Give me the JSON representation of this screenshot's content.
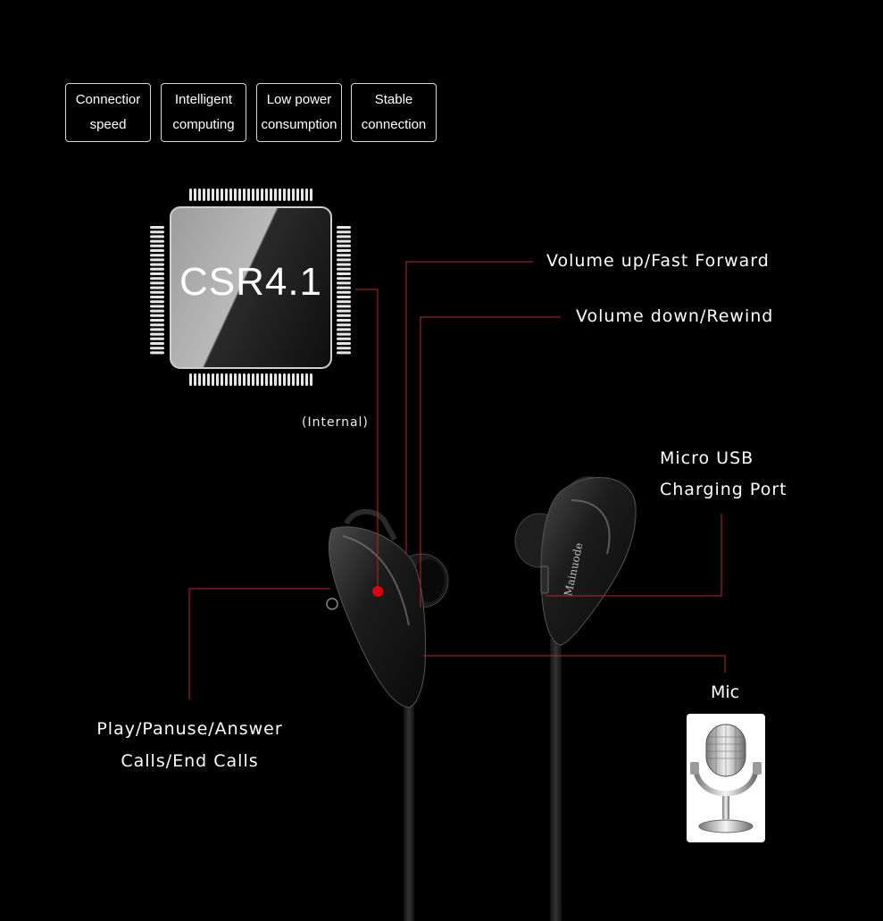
{
  "features": [
    {
      "line1": "Connectior",
      "line2": "speed"
    },
    {
      "line1": "Intelligent",
      "line2": "computing"
    },
    {
      "line1": "Low power",
      "line2": "consumption"
    },
    {
      "line1": "Stable",
      "line2": "connection"
    }
  ],
  "chip": {
    "label": "CSR4.1",
    "note": "(Internal)"
  },
  "callouts": {
    "volume_up": "Volume up/Fast Forward",
    "volume_down": "Volume down/Rewind",
    "usb_line1": "Micro USB",
    "usb_line2": "Charging Port",
    "play_line1": "Play/Panuse/Answer",
    "play_line2": "Calls/End Calls",
    "mic": "Mic"
  },
  "brand": "Mainuode",
  "colors": {
    "background": "#000000",
    "accent_line": "#c0262b",
    "dot": "#e0000f"
  },
  "icons": {
    "chip": "processor-chip-icon",
    "mic": "studio-microphone-icon"
  }
}
